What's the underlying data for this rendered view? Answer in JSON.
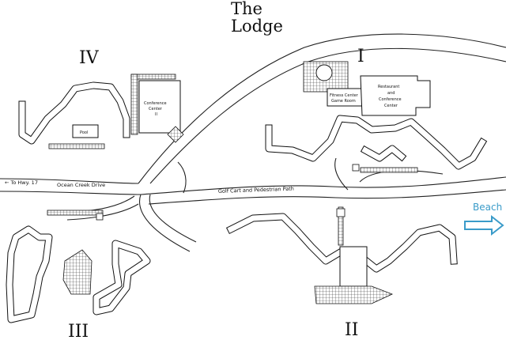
{
  "map": {
    "title_line1": "The",
    "title_line2": "Lodge",
    "sections": {
      "one": "I",
      "two": "II",
      "three": "III",
      "four": "IV"
    },
    "buildings": {
      "restaurant_line1": "Restaurant",
      "restaurant_line2": "and",
      "restaurant_line3": "Conference",
      "restaurant_line4": "Center",
      "fitness_line1": "Fitness Center",
      "fitness_line2": "Game Room",
      "conference2_line1": "Conference",
      "conference2_line2": "Center",
      "conference2_line3": "II",
      "pool_label": "Pool"
    },
    "roads": {
      "hwy": "← To Hwy. 17",
      "ocean_creek": "Ocean Creek Drive",
      "golf_cart": "Golf Cart and Pedestrian Path"
    },
    "beach": {
      "label": "Beach",
      "arrow_color": "#3a9bc9"
    }
  }
}
